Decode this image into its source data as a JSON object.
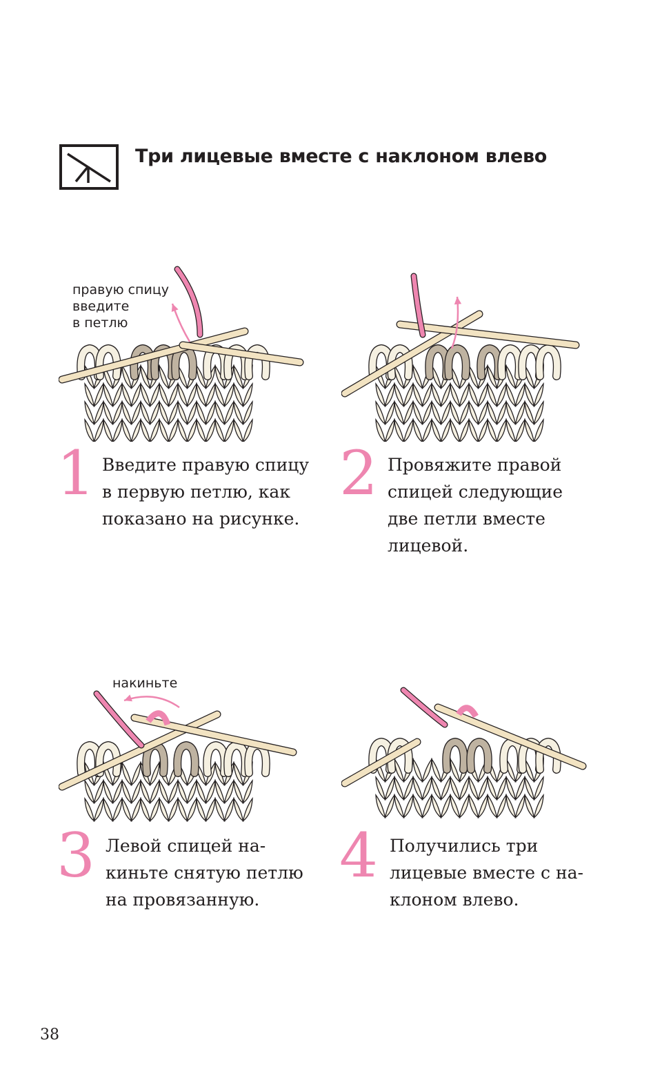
{
  "header": {
    "title": "Три лицевые вместе с наклоном влево",
    "symbol_icon": "k3tog-left-slant-symbol"
  },
  "colors": {
    "accent_pink": "#ee86b0",
    "yarn_cream": "#f5f0e1",
    "yarn_taupe": "#bfb3a1",
    "needle": "#f2e3c2",
    "ink": "#231f20"
  },
  "steps": [
    {
      "number": "1",
      "lines": [
        "Введите правую спицу",
        "в первую петлю, как",
        "показано на рисунке."
      ],
      "callout": [
        "правую спицу",
        "введите",
        "в петлю"
      ]
    },
    {
      "number": "2",
      "lines": [
        "Провяжите правой",
        "спицей следующие",
        "две петли вместе",
        "лицевой."
      ]
    },
    {
      "number": "3",
      "lines": [
        "Левой спицей на-",
        "киньте снятую петлю",
        "на провязанную."
      ],
      "callout": [
        "накиньте"
      ]
    },
    {
      "number": "4",
      "lines": [
        "Получились три",
        "лицевые вместе с на-",
        "клоном влево."
      ]
    }
  ],
  "page_number": "38"
}
